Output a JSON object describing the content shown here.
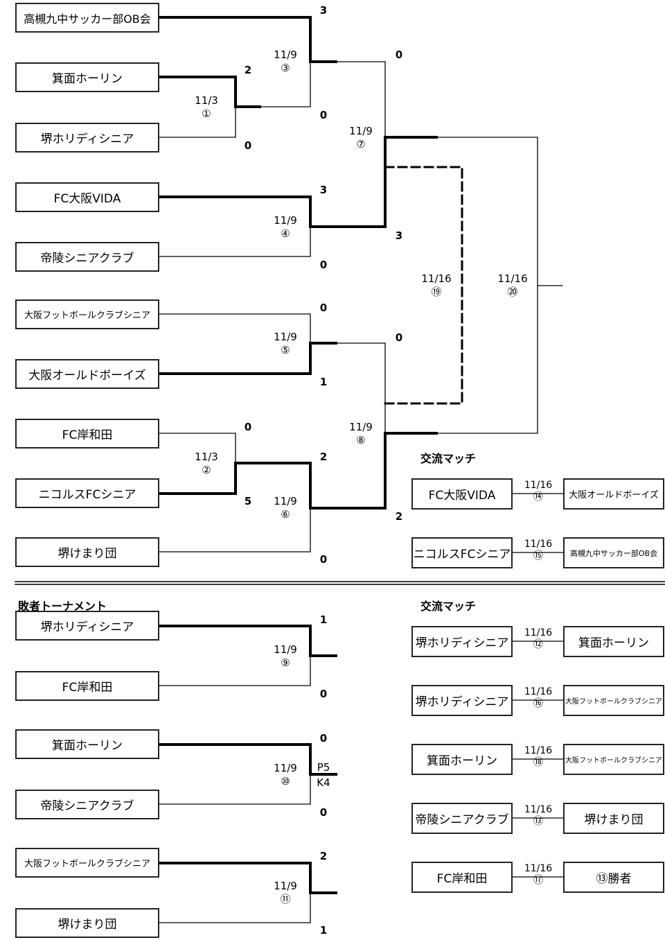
{
  "main_bracket": {
    "teams": [
      "高槻九中サッカー部OB会",
      "箕面ホーリン",
      "堺ホリディシニア",
      "FC大阪VIDA",
      "帝陵シニアクラブ",
      "大阪フットボールクラブシニア",
      "大阪オールドボーイズ",
      "FC岸和田",
      "ニコルスFCシニア",
      "堺けまり団"
    ],
    "matches": [
      {
        "no": "①",
        "date": "11/3",
        "scores": [
          "2",
          "0"
        ]
      },
      {
        "no": "②",
        "date": "11/3",
        "scores": [
          "0",
          "5"
        ]
      },
      {
        "no": "③",
        "date": "11/9",
        "scores": [
          "3",
          "0"
        ]
      },
      {
        "no": "④",
        "date": "11/9",
        "scores": [
          "3",
          "0"
        ]
      },
      {
        "no": "⑤",
        "date": "11/9",
        "scores": [
          "0",
          "1"
        ]
      },
      {
        "no": "⑥",
        "date": "11/9",
        "scores": [
          "2",
          "0"
        ]
      },
      {
        "no": "⑦",
        "date": "11/9",
        "scores": [
          "0",
          "3"
        ]
      },
      {
        "no": "⑧",
        "date": "11/9",
        "scores": [
          "0",
          "2"
        ]
      },
      {
        "no": "⑲",
        "date": "11/16",
        "scores": []
      },
      {
        "no": "⑳",
        "date": "11/16",
        "scores": []
      }
    ]
  },
  "exchange_top": {
    "heading": "交流マッチ",
    "matches": [
      {
        "home": "FC大阪VIDA",
        "away": "大阪オールドボーイズ",
        "date": "11/16",
        "no": "⑭"
      },
      {
        "home": "ニコルスFCシニア",
        "away": "高槻九中サッカー部OB会",
        "date": "11/16",
        "no": "⑮"
      }
    ]
  },
  "loser_bracket": {
    "heading": "敗者トーナメント",
    "teams": [
      "堺ホリディシニア",
      "FC岸和田",
      "箕面ホーリン",
      "帝陵シニアクラブ",
      "大阪フットボールクラブシニア",
      "堺けまり団"
    ],
    "matches": [
      {
        "no": "⑨",
        "date": "11/9",
        "scores": [
          "1",
          "0"
        ]
      },
      {
        "no": "⑩",
        "date": "11/9",
        "scores": [
          "0",
          "0"
        ],
        "pk": [
          "P5",
          "K4"
        ]
      },
      {
        "no": "⑪",
        "date": "11/9",
        "scores": [
          "2",
          "1"
        ]
      }
    ]
  },
  "exchange_bottom": {
    "heading": "交流マッチ",
    "matches": [
      {
        "home": "堺ホリディシニア",
        "away": "箕面ホーリン",
        "date": "11/16",
        "no": "⑫"
      },
      {
        "home": "堺ホリディシニア",
        "away": "大阪フットボールクラブシニア",
        "date": "11/16",
        "no": "⑯"
      },
      {
        "home": "箕面ホーリン",
        "away": "大阪フットボールクラブシニア",
        "date": "11/16",
        "no": "⑱"
      },
      {
        "home": "帝陵シニアクラブ",
        "away": "堺けまり団",
        "date": "11/16",
        "no": "⑬"
      },
      {
        "home": "FC岸和田",
        "away": "⑬勝者",
        "date": "11/16",
        "no": "⑰"
      }
    ]
  }
}
